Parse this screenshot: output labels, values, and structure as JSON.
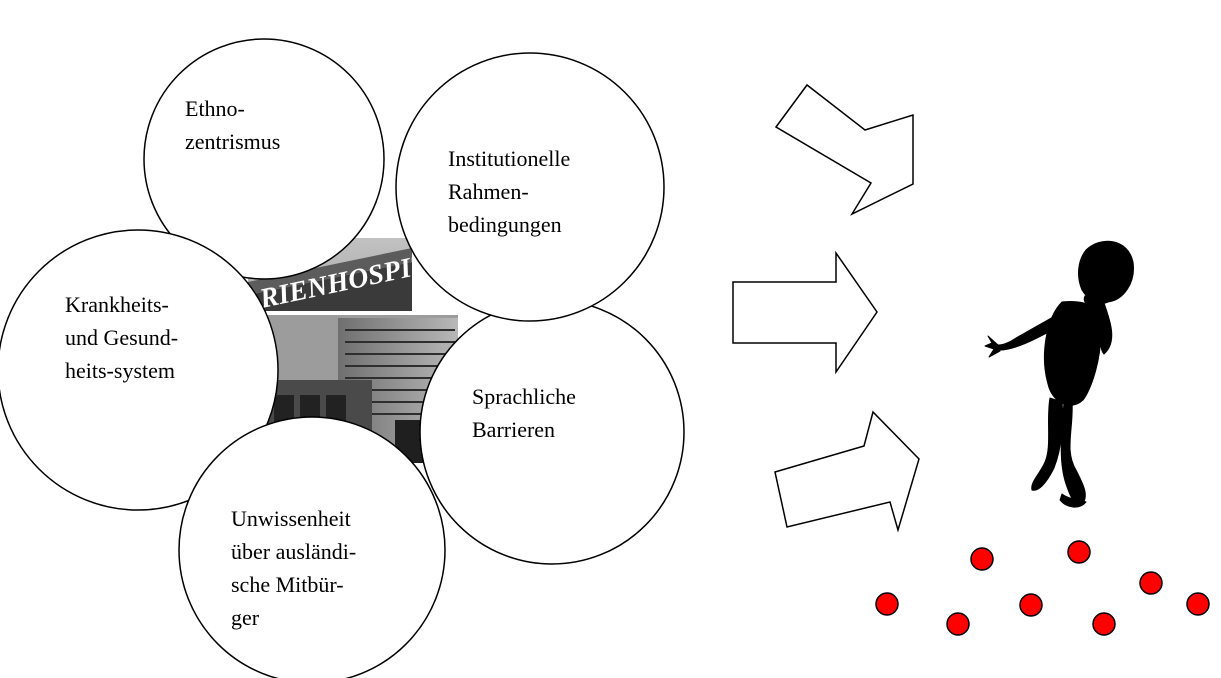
{
  "photo": {
    "sign_text": "RIENHOSPITAL"
  },
  "circles": {
    "ethno": "Ethno-\nzentrismus",
    "institutionelle": "Institutionelle\nRahmen-\nbedingungen",
    "krankheits": "Krankheits-\nund Gesund-\nheits-system",
    "sprachliche": "Sprachliche\nBarrieren",
    "unwissenheit": "Unwissenheit\nüber ausländi-\nsche Mitbür-\nger"
  },
  "icons": {
    "arrows": "outline-arrow-icon",
    "figure": "confused-person-icon",
    "dots": "red-dot-icon"
  },
  "colors": {
    "dot": "#ff0000",
    "stroke": "#000000",
    "figure": "#000000"
  }
}
